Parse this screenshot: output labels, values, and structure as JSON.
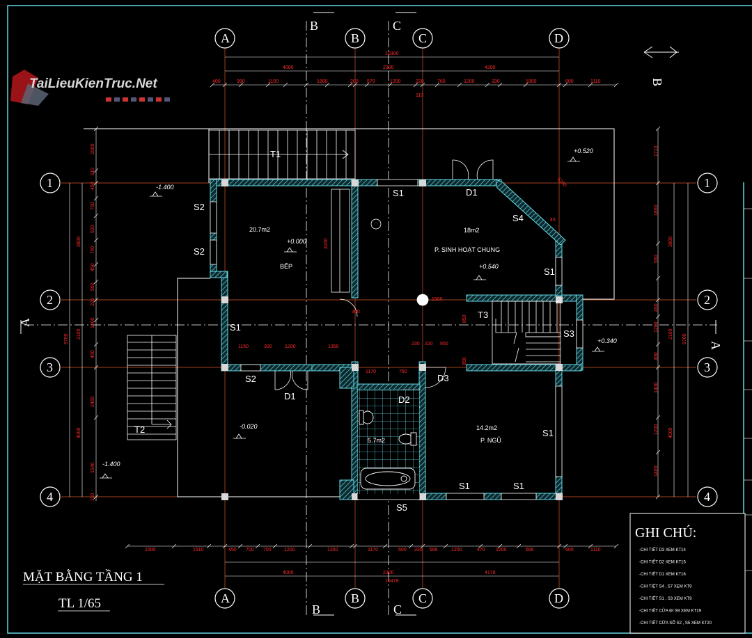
{
  "watermark": "TaiLieuKienTruc.Net",
  "title": "MẶT BẰNG TẦNG 1",
  "scale": "TL 1/65",
  "grid_letters": [
    "A",
    "B",
    "C",
    "D"
  ],
  "grid_numbers": [
    "1",
    "2",
    "3",
    "4"
  ],
  "section_marks": {
    "b": "B",
    "c": "C",
    "a": "A"
  },
  "rooms": {
    "kitchen_area": "20.7m2",
    "kitchen_name": "BẾP",
    "living_area": "18m2",
    "living_name": "P. SINH HOẠT CHUNG",
    "bed_area": "14.2m2",
    "bed_name": "P. NGỦ",
    "wc_area": "5.7m2"
  },
  "levels": {
    "l_left_top": "-1.400",
    "l_kitchen": "+0.000",
    "l_living": "+0.540",
    "l_balcony": "+0.520",
    "l_right": "+0.340",
    "l_left_bottom": "-1.400",
    "l_hall": "-0.020"
  },
  "tags": {
    "t1": "T1",
    "t2": "T2",
    "t3": "T3",
    "s1": "S1",
    "s2": "S2",
    "s3": "S3",
    "s4": "S4",
    "s5": "S5",
    "d1": "D1",
    "d2": "D2",
    "d3": "D3"
  },
  "dims_top": {
    "total": "10300",
    "d4000": "4000",
    "d2300": "2300",
    "d4200": "4200",
    "top_row": [
      "400",
      "990",
      "1100",
      "1800",
      "200",
      "570",
      "1200",
      "220",
      "760",
      "1200",
      "330",
      "1800",
      "600",
      "1110"
    ],
    "d110": "110"
  },
  "dims_bottom": {
    "row": [
      "1500",
      "1510",
      "450",
      "700",
      "700",
      "1200",
      "1350",
      "1170",
      "600",
      "330",
      "666",
      "1200",
      "470",
      "1200",
      "666",
      "600",
      "1110"
    ],
    "d4000": "4000",
    "d2300": "2300",
    "d4179": "4179",
    "total": "10479"
  },
  "dims_left": {
    "row": [
      "1500",
      "110",
      "450",
      "700",
      "520",
      "700",
      "450",
      "220",
      "560",
      "1200",
      "450",
      "2460",
      "1540",
      "110"
    ],
    "d3800": "3800",
    "d2100": "2100",
    "d4000": "4000",
    "total": "9700"
  },
  "dims_right": {
    "row": [
      "1710",
      "1860",
      "550",
      "450",
      "1200",
      "450",
      "1400",
      "1200",
      "1400"
    ],
    "d3800": "3800",
    "d2100": "2100",
    "d4000": "4000",
    "total": "9700"
  },
  "dims_inner": {
    "k1150": "1150",
    "k300": "300",
    "k1200": "1200",
    "k1350": "1350",
    "k230": "230",
    "k220": "220",
    "k900": "900",
    "k1170": "1170",
    "k750": "750",
    "k3160": "3160",
    "k850": "850",
    "k300b": "300",
    "k1500": "1500",
    "k45": "45",
    "k5200": "5200",
    "k850b": "850"
  },
  "notes": {
    "title": "GHI CHÚ:",
    "items": [
      "-CHI TIẾT D3 XEM KT14",
      "-CHI TIẾT D2 XEM KT15",
      "-CHI TIẾT D1 XEM KT16",
      "-CHI TIẾT S4 , S7 XEM KT9",
      "-CHI TIẾT S1 , S3 XEM KT9",
      "-CHI TIẾT CỬA ĐI S9 XEM KT19",
      "-CHI TIẾT CỬA SỔ S2 , S5 XEM KT20"
    ]
  },
  "colors": {
    "wall": "#66d9e6",
    "dim": "#ff2a2a",
    "axis": "#d8572a",
    "line": "#ffffff",
    "bg": "#000000"
  }
}
